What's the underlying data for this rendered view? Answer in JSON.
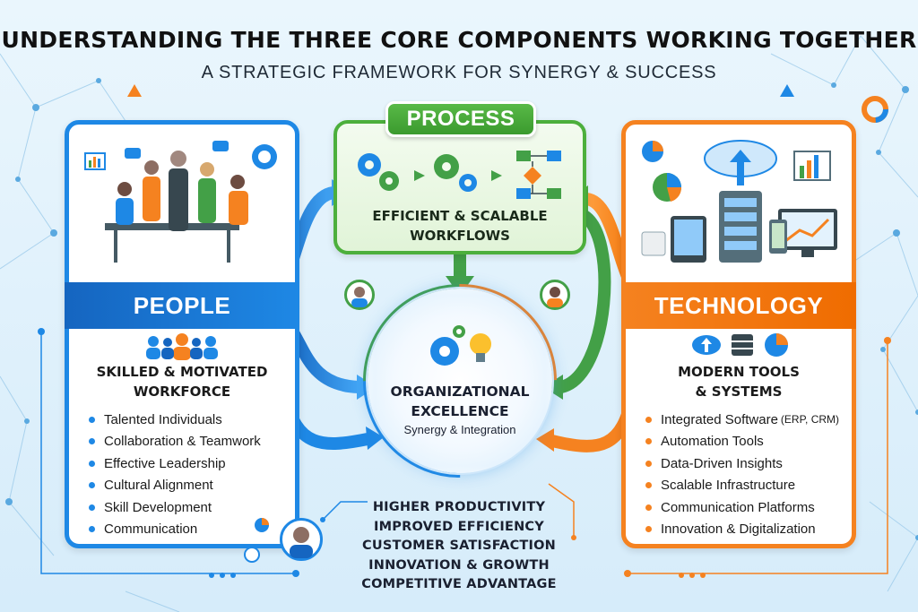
{
  "header": {
    "title": "UNDERSTANDING THE THREE CORE COMPONENTS WORKING TOGETHER",
    "subtitle": "A STRATEGIC FRAMEWORK FOR SYNERGY & SUCCESS"
  },
  "people": {
    "label": "PEOPLE",
    "heading_line1": "SKILLED & MOTIVATED",
    "heading_line2": "WORKFORCE",
    "items": [
      "Talented Individuals",
      "Collaboration & Teamwork",
      "Effective Leadership",
      "Cultural Alignment",
      "Skill Development",
      "Communication"
    ],
    "color": "#1e88e5"
  },
  "process": {
    "label": "PROCESS",
    "desc_line1": "EFFICIENT & SCALABLE",
    "desc_line2": "WORKFLOWS",
    "color": "#4caf3c"
  },
  "technology": {
    "label": "TECHNOLOGY",
    "heading_line1": "MODERN TOOLS",
    "heading_line2": "& SYSTEMS",
    "items": [
      {
        "text": "Integrated Software",
        "suffix": "(ERP, CRM)"
      },
      {
        "text": "Automation Tools",
        "suffix": ""
      },
      {
        "text": "Data-Driven Insights",
        "suffix": ""
      },
      {
        "text": "Scalable Infrastructure",
        "suffix": ""
      },
      {
        "text": "Communication Platforms",
        "suffix": ""
      },
      {
        "text": "Innovation & Digitalization",
        "suffix": ""
      }
    ],
    "color": "#f58220"
  },
  "center": {
    "title_line1": "ORGANIZATIONAL",
    "title_line2": "EXCELLENCE",
    "subtitle": "Synergy & Integration"
  },
  "outcomes": [
    "HIGHER PRODUCTIVITY",
    "IMPROVED EFFICIENCY",
    "CUSTOMER SATISFACTION",
    "INNOVATION & GROWTH",
    "COMPETITIVE ADVANTAGE"
  ],
  "icons": {
    "people_illustration": "team-meeting-illustration",
    "people_group": "people-group-icon",
    "process_flow": "gears-workflow-icon",
    "tech_illustration": "cloud-servers-illustration",
    "tech_row": [
      "cloud-upload-icon",
      "database-icon",
      "pie-chart-icon"
    ],
    "center": [
      "gear-icon",
      "lightbulb-icon"
    ]
  }
}
